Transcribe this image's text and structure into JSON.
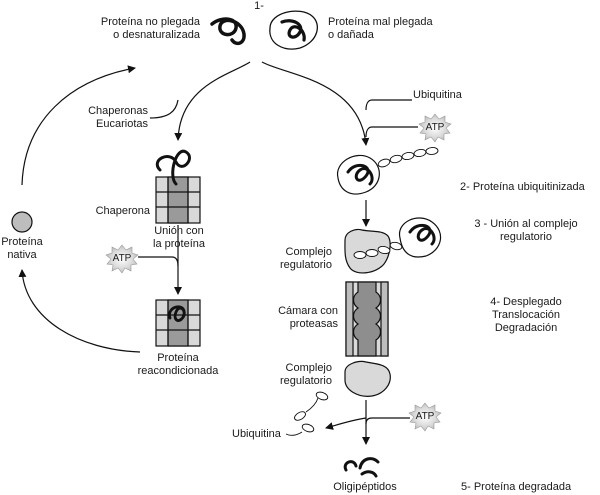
{
  "top_number": "1-",
  "unfolded_label": "Proteína no plegada\no desnaturalizada",
  "misfolded_label": "Proteína mal plegada\no dañada",
  "ubiquitin_top_label": "Ubiquitina",
  "chaperones_label": "Chaperonas\nEucariotas",
  "chaperone_label": "Chaperona",
  "binding_label": "Unión con\nla proteína",
  "native_label": "Proteína\nnativa",
  "refolded_label": "Proteína\nreacondicionada",
  "atp": "ATP",
  "step2": "2- Proteína ubiquitinizada",
  "step3": "3 - Unión al complejo\nregulatorio",
  "reg_top_label": "Complejo\nregulatorio",
  "chamber_label": "Cámara con\nproteasas",
  "reg_bottom_label": "Complejo\nregulatorio",
  "step4": "4- Desplegado\nTranslocación\nDegradación",
  "ubiquitin_bottom_label": "Ubiquitina",
  "peptides_label": "Oligipéptidos",
  "step5": "5- Proteína degradada"
}
